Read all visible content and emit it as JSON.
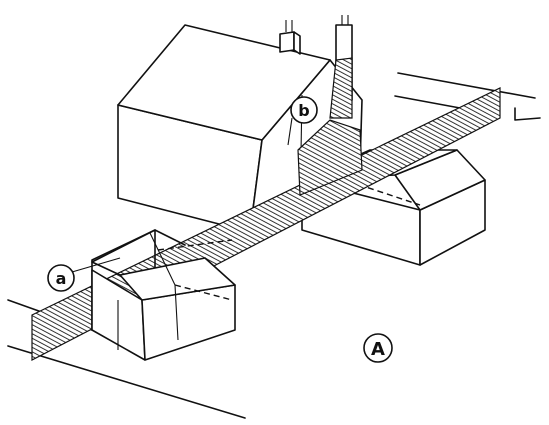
{
  "markers": {
    "a": "a",
    "b": "b",
    "A": "A"
  },
  "colors": {
    "ink": "#111111",
    "paper": "#ffffff"
  }
}
